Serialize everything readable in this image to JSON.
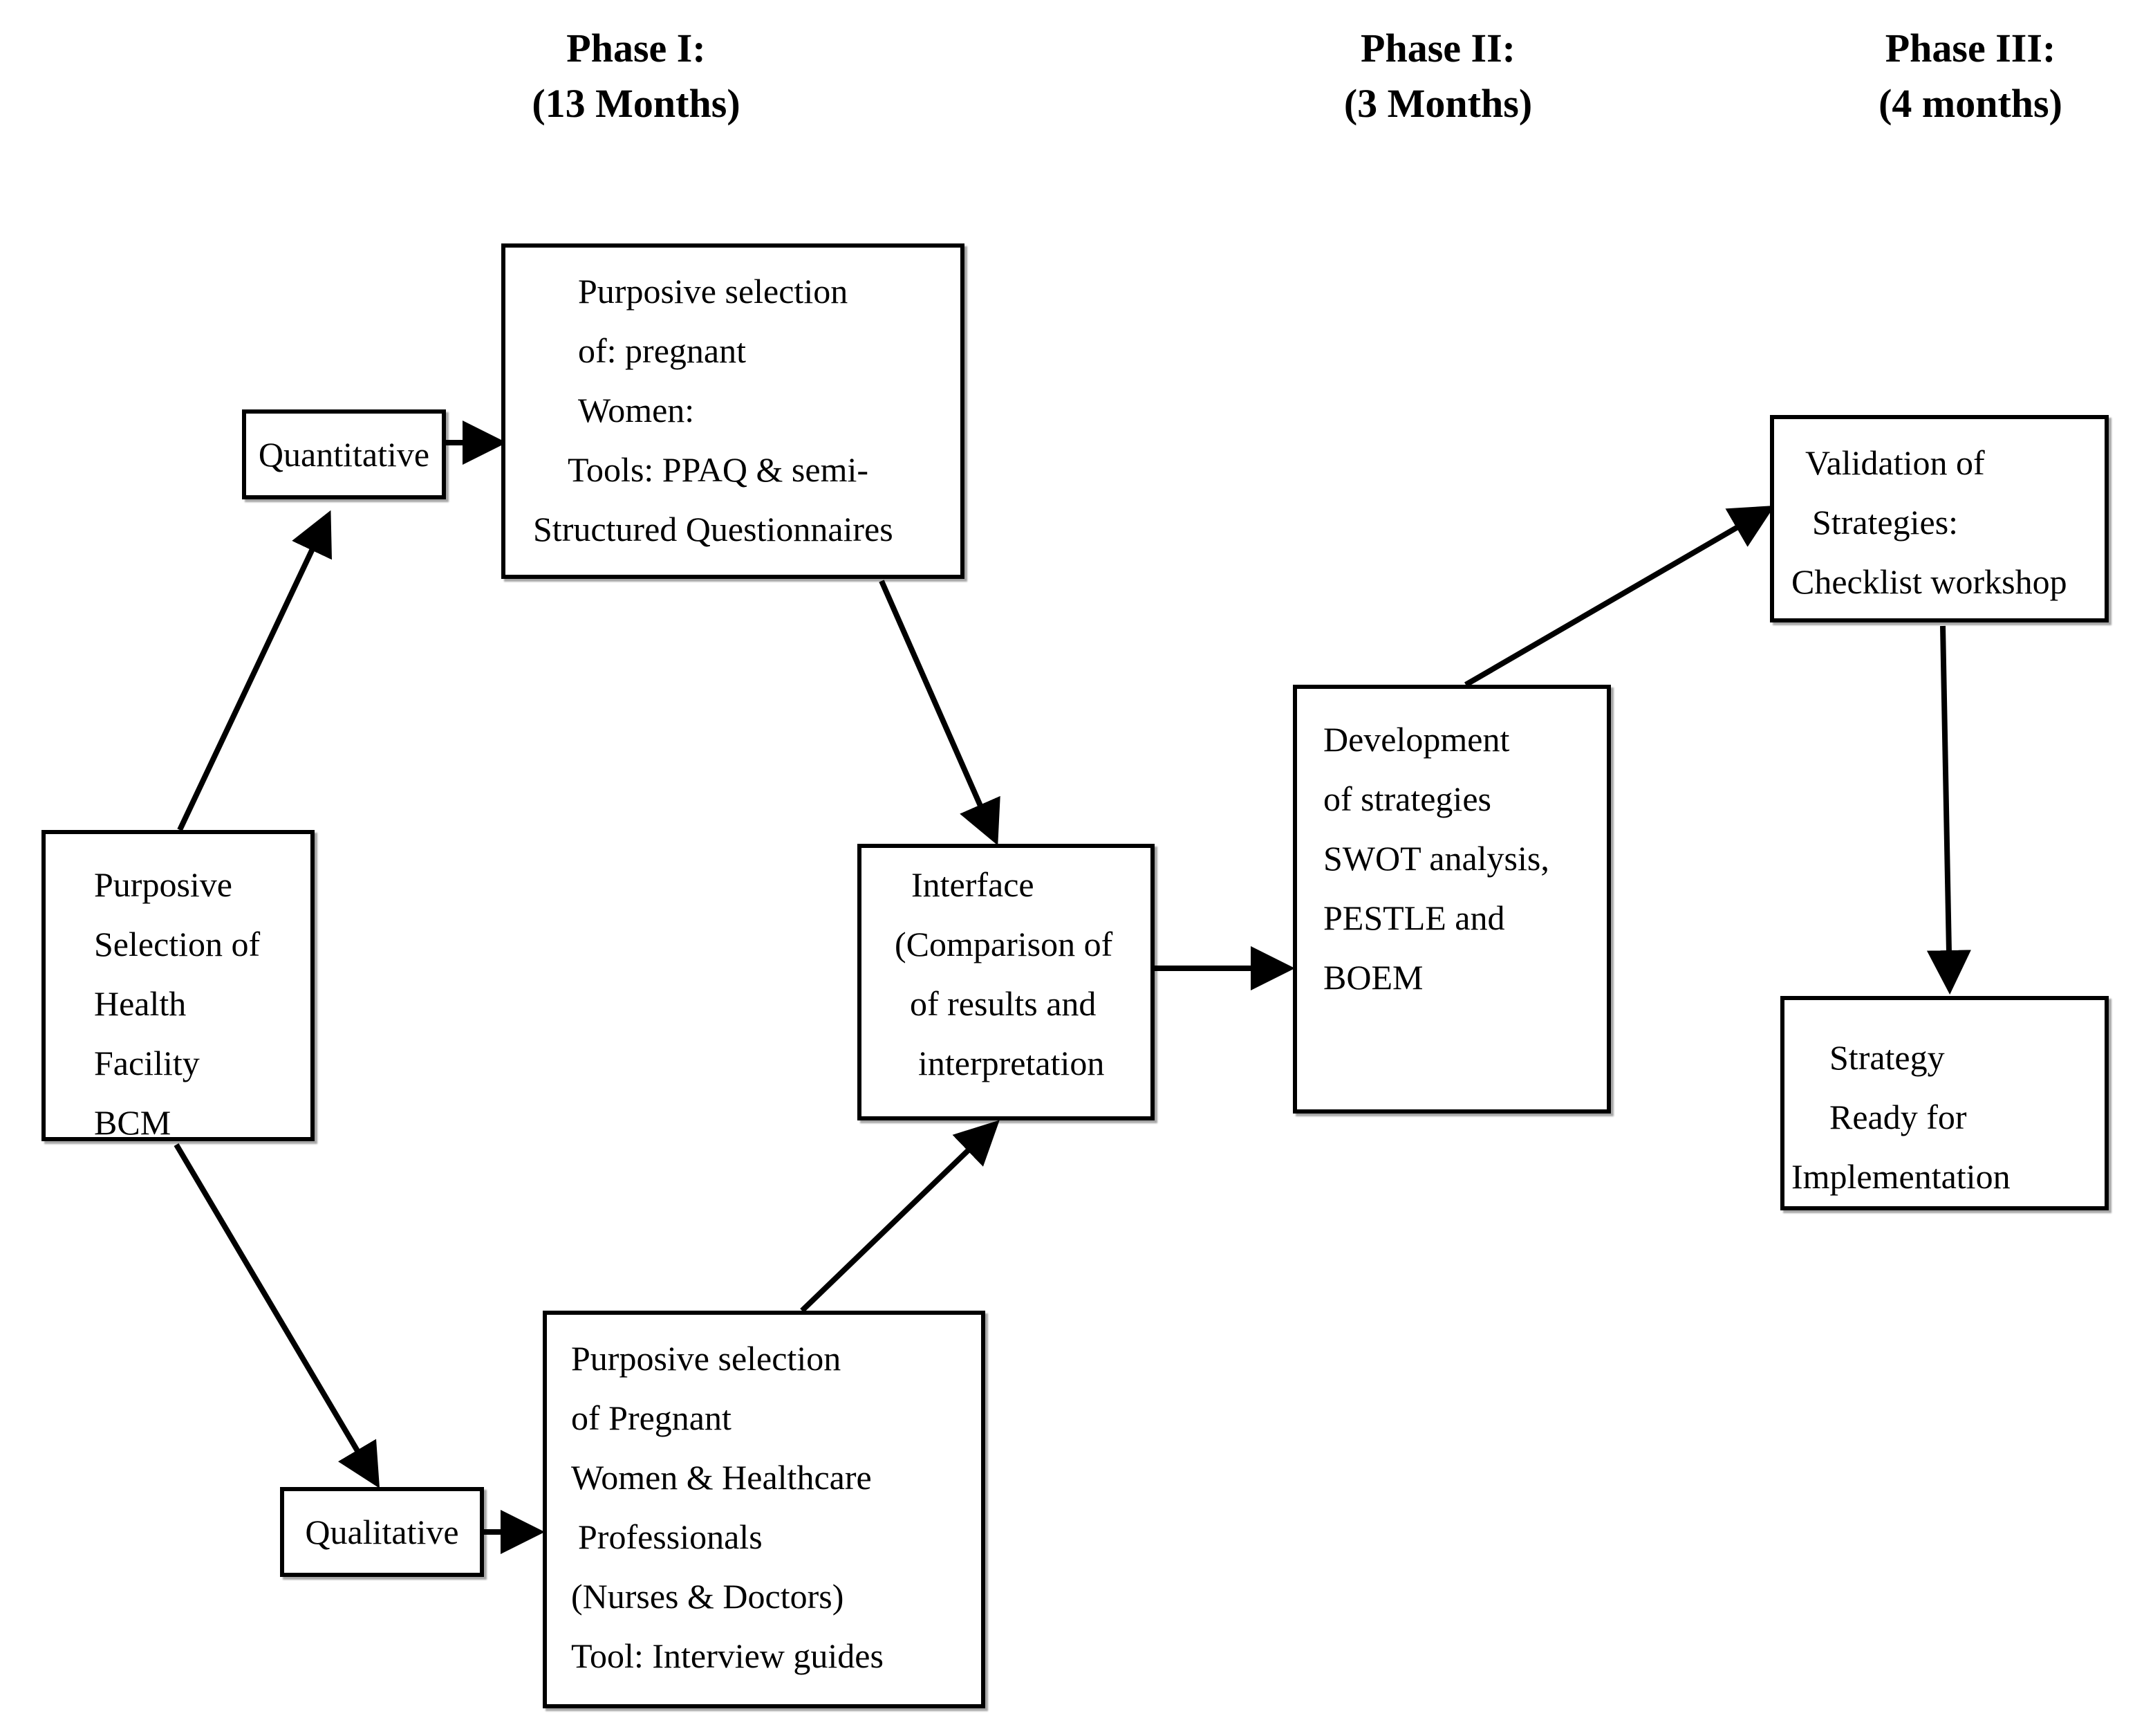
{
  "phases": [
    {
      "title": "Phase I:",
      "duration": "(13 Months)"
    },
    {
      "title": "Phase II:",
      "duration": "(3 Months)"
    },
    {
      "title": "Phase III:",
      "duration": "(4 months)"
    }
  ],
  "nodes": {
    "facility": {
      "lines": [
        "Purposive",
        "Selection of",
        "Health",
        "Facility",
        "BCM"
      ]
    },
    "quantitative": {
      "label": "Quantitative"
    },
    "qualitative": {
      "label": "Qualitative"
    },
    "quant_selection": {
      "lines": [
        "Purposive selection",
        "of: pregnant",
        "Women:",
        "Tools: PPAQ  & semi-",
        "Structured Questionnaires"
      ]
    },
    "qual_selection": {
      "lines": [
        "Purposive selection",
        "of Pregnant",
        "Women & Healthcare",
        "Professionals",
        "(Nurses & Doctors)",
        "Tool: Interview guides"
      ]
    },
    "interface": {
      "lines": [
        "Interface",
        "(Comparison of",
        "of results and",
        "interpretation"
      ]
    },
    "development": {
      "lines": [
        "Development",
        "of strategies",
        "SWOT analysis,",
        "PESTLE and",
        "BOEM"
      ]
    },
    "validation": {
      "lines": [
        "Validation of",
        "Strategies:",
        "Checklist workshop"
      ]
    },
    "ready": {
      "lines": [
        "Strategy",
        "Ready for",
        "Implementation"
      ]
    }
  }
}
